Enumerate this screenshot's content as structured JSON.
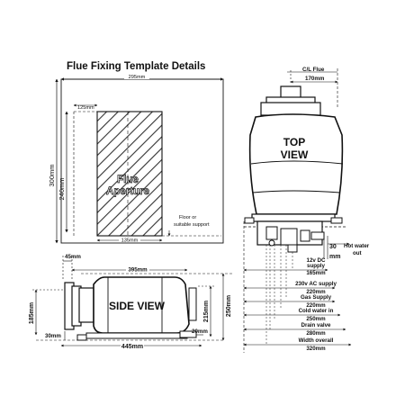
{
  "title": "Flue Fixing Template Details",
  "template": {
    "width": "295mm",
    "height": "300mm",
    "aperture_height": "240mm",
    "offset": "125mm",
    "aperture_width": "135mm",
    "aperture_label_1": "Flue",
    "aperture_label_2": "Aperture",
    "floor_label_1": "Floor or",
    "floor_label_2": "suitable support"
  },
  "top_view": {
    "label_1": "TOP",
    "label_2": "VIEW",
    "cl_flue": "C/L Flue",
    "cl_flue_dim": "170mm",
    "offset_30": "30",
    "offset_mm": "mm",
    "hot_water_1": "Hot water",
    "hot_water_2": "out",
    "connections": [
      {
        "name": "12v DC",
        "sub": "supply",
        "dim": "165mm"
      },
      {
        "name": "230v AC supply",
        "sub": "",
        "dim": "220mm"
      },
      {
        "name": "Gas Supply",
        "sub": "",
        "dim": "220mm"
      },
      {
        "name": "Cold water in",
        "sub": "",
        "dim": "250mm"
      },
      {
        "name": "Drain valve",
        "sub": "",
        "dim": "280mm"
      },
      {
        "name": "Width overall",
        "sub": "",
        "dim": "320mm"
      }
    ]
  },
  "side_view": {
    "label": "SIDE VIEW",
    "dim_45": "45mm",
    "dim_395": "395mm",
    "dim_185": "185mm",
    "dim_30": "30mm",
    "dim_445": "445mm",
    "dim_20": "20mm",
    "dim_215": "215mm",
    "dim_250": "250mm"
  }
}
